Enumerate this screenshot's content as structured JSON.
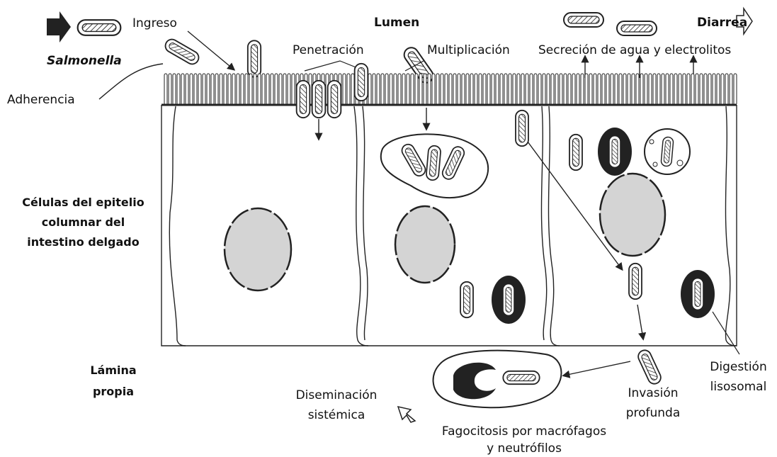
{
  "labels": {
    "ingreso": "Ingreso",
    "lumen": "Lumen",
    "salmonella": "Salmonella",
    "penetracion": "Penetración",
    "multiplicacion": "Multiplicación",
    "secrecion": "Secreción de agua y electrolitos",
    "diarrea": "Diarrea",
    "adherencia": "Adherencia",
    "celulas_line1": "Células del epitelio",
    "celulas_line2": "columnar del",
    "celulas_line3": "intestino delgado",
    "lamina_line1": "Lámina",
    "lamina_line2": "propia",
    "diseminacion_line1": "Diseminación",
    "diseminacion_line2": "sistémica",
    "invasion_line1": "Invasión",
    "invasion_line2": "profunda",
    "digestion_line1": "Digestión",
    "digestion_line2": "lisosomal",
    "fagocitosis_line1": "Fagocitosis por macrófagos",
    "fagocitosis_line2": "y neutrófilos"
  }
}
